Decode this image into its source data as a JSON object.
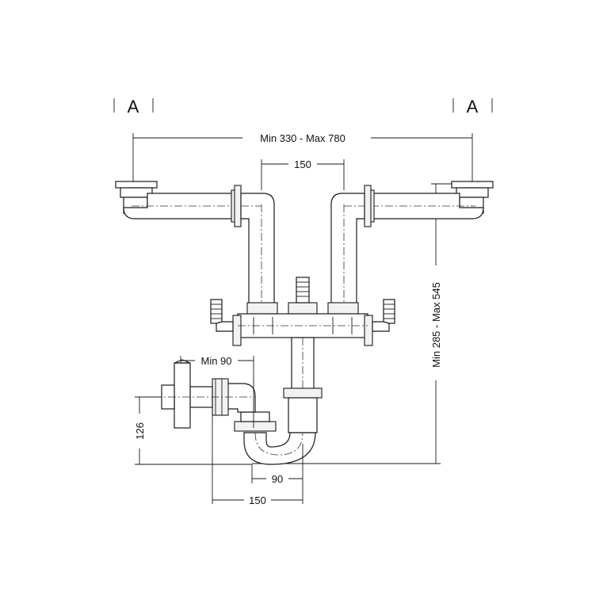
{
  "section_marks": {
    "left": "A",
    "right": "A"
  },
  "dimensions": {
    "overall_width": "Min 330 - Max 780",
    "outlet_spacing": "150",
    "height_range": "Min 285 - Max 545",
    "wall_min": "Min 90",
    "wall_height": "126",
    "trap_offset": "90",
    "bottom_width": "150"
  }
}
